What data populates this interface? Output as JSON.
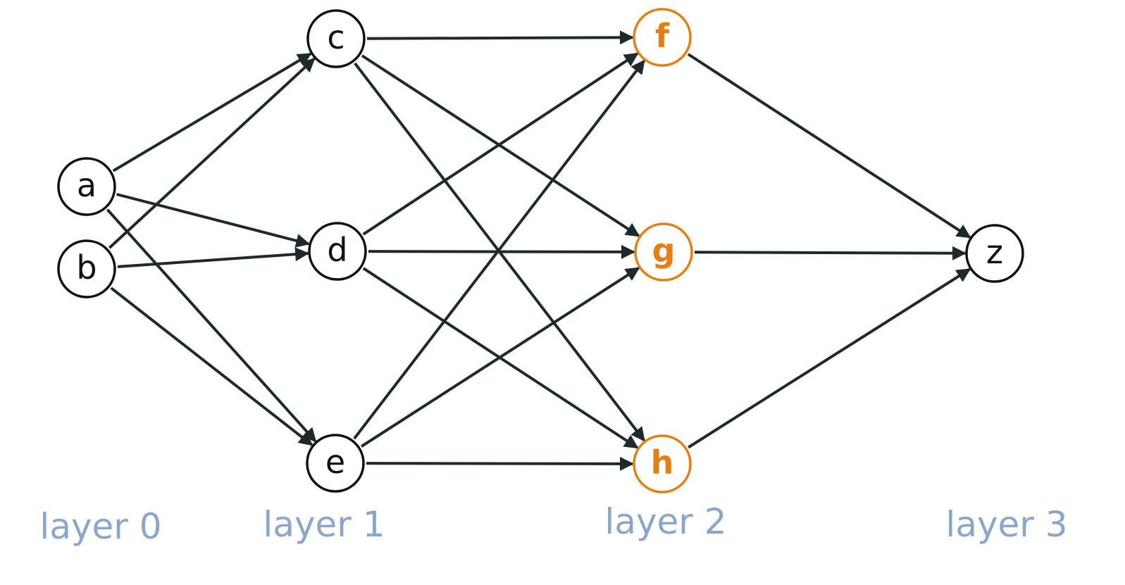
{
  "colors": {
    "edge": "#1e2a2a",
    "node_stroke": "#111111",
    "node_text": "#111111",
    "highlight": "#e67e16",
    "layer_label": "#8aa6c8"
  },
  "nodes": [
    {
      "id": "a",
      "label": "a",
      "highlight": false
    },
    {
      "id": "b",
      "label": "b",
      "highlight": false
    },
    {
      "id": "c",
      "label": "c",
      "highlight": false
    },
    {
      "id": "d",
      "label": "d",
      "highlight": false
    },
    {
      "id": "e",
      "label": "e",
      "highlight": false
    },
    {
      "id": "f",
      "label": "f",
      "highlight": true
    },
    {
      "id": "g",
      "label": "g",
      "highlight": true
    },
    {
      "id": "h",
      "label": "h",
      "highlight": true
    },
    {
      "id": "z",
      "label": "z",
      "highlight": false
    }
  ],
  "edges": [
    {
      "from": "a",
      "to": "c"
    },
    {
      "from": "a",
      "to": "d"
    },
    {
      "from": "a",
      "to": "e"
    },
    {
      "from": "b",
      "to": "c"
    },
    {
      "from": "b",
      "to": "d"
    },
    {
      "from": "b",
      "to": "e"
    },
    {
      "from": "c",
      "to": "f"
    },
    {
      "from": "c",
      "to": "g"
    },
    {
      "from": "c",
      "to": "h"
    },
    {
      "from": "d",
      "to": "f"
    },
    {
      "from": "d",
      "to": "g"
    },
    {
      "from": "d",
      "to": "h"
    },
    {
      "from": "e",
      "to": "f"
    },
    {
      "from": "e",
      "to": "g"
    },
    {
      "from": "e",
      "to": "h"
    },
    {
      "from": "f",
      "to": "z"
    },
    {
      "from": "g",
      "to": "z"
    },
    {
      "from": "h",
      "to": "z"
    }
  ],
  "layer_labels": [
    "layer 0",
    "layer 1",
    "layer 2",
    "layer 3"
  ]
}
